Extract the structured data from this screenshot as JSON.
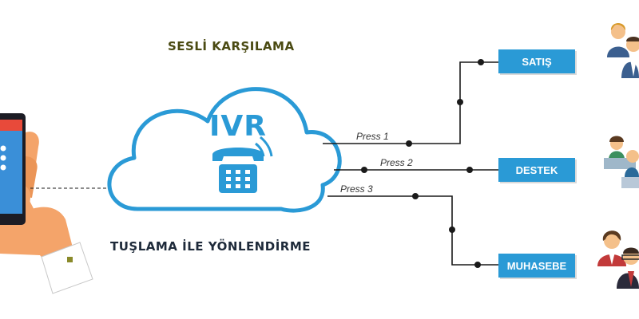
{
  "top_label": "SESLİ KARŞILAMA",
  "bottom_label": "TUŞLAMA İLE YÖNLENDİRME",
  "cloud": {
    "label": "IVR",
    "icon": "telephone-icon"
  },
  "routes": [
    {
      "press": "Press 1",
      "department": "SATIŞ",
      "people_icon": "sales-team-icon"
    },
    {
      "press": "Press 2",
      "department": "DESTEK",
      "people_icon": "support-team-icon"
    },
    {
      "press": "Press 3",
      "department": "MUHASEBE",
      "people_icon": "accounting-team-icon"
    }
  ],
  "colors": {
    "accent": "#2a9ad6",
    "top_label": "#4a4a12",
    "bottom_label": "#1e2a3a",
    "line": "#1a1a1a",
    "skin": "#f4a46a"
  },
  "caller": {
    "phone_icon": "smartphone-icon",
    "hand_icon": "pointing-hand-icon"
  }
}
